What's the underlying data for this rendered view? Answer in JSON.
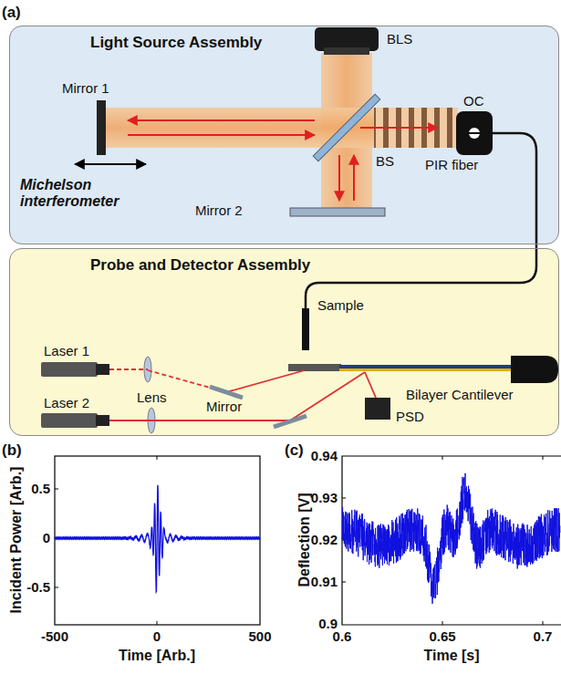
{
  "diagram": {
    "nodes": [
      {
        "text": [
          "Light Source Assembly"
        ]
      },
      {
        "text": [
          "Probe and Detector Assembly"
        ]
      }
    ],
    "labels": [
      "(a)",
      "Michelson interferometer",
      "BLS",
      "Mirror 1",
      "BS",
      "OC",
      "PIR fiber",
      "Mirror 2",
      "Sample",
      "Laser 1",
      "Laser 2",
      "Lens",
      "Mirror",
      "Bilayer Cantilever",
      "PSD",
      "(b)",
      "Incident Power [Arb.]",
      "0.5",
      "0",
      "-0.5",
      "-500",
      "0",
      "500",
      "Time [Arb.]",
      "(c)",
      "Deflection [V]",
      "0.94",
      "0.93",
      "0.92",
      "0.91",
      "0.9",
      "0.6",
      "0.65",
      "0.7",
      "Time [s]"
    ]
  }
}
